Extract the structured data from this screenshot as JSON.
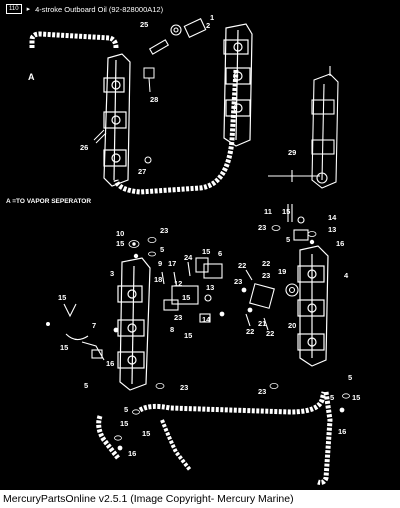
{
  "header": {
    "ref_label": "110",
    "pointer": "▸",
    "title": "4-stroke Outboard Oil (92-828000A12)"
  },
  "notes": {
    "label_a": "A",
    "vapor_note": "A =TO VAPOR SEPERATOR"
  },
  "callouts": [
    "1",
    "2",
    "3",
    "4",
    "5",
    "6",
    "7",
    "8",
    "9",
    "10",
    "11",
    "12",
    "13",
    "14",
    "15",
    "16",
    "17",
    "18",
    "19",
    "20",
    "21",
    "22",
    "23",
    "24",
    "25",
    "26",
    "27",
    "28",
    "29"
  ],
  "footer": {
    "text": "MercuryPartsOnline v2.5.1 (Image Copyright- Mercury Marine)"
  }
}
